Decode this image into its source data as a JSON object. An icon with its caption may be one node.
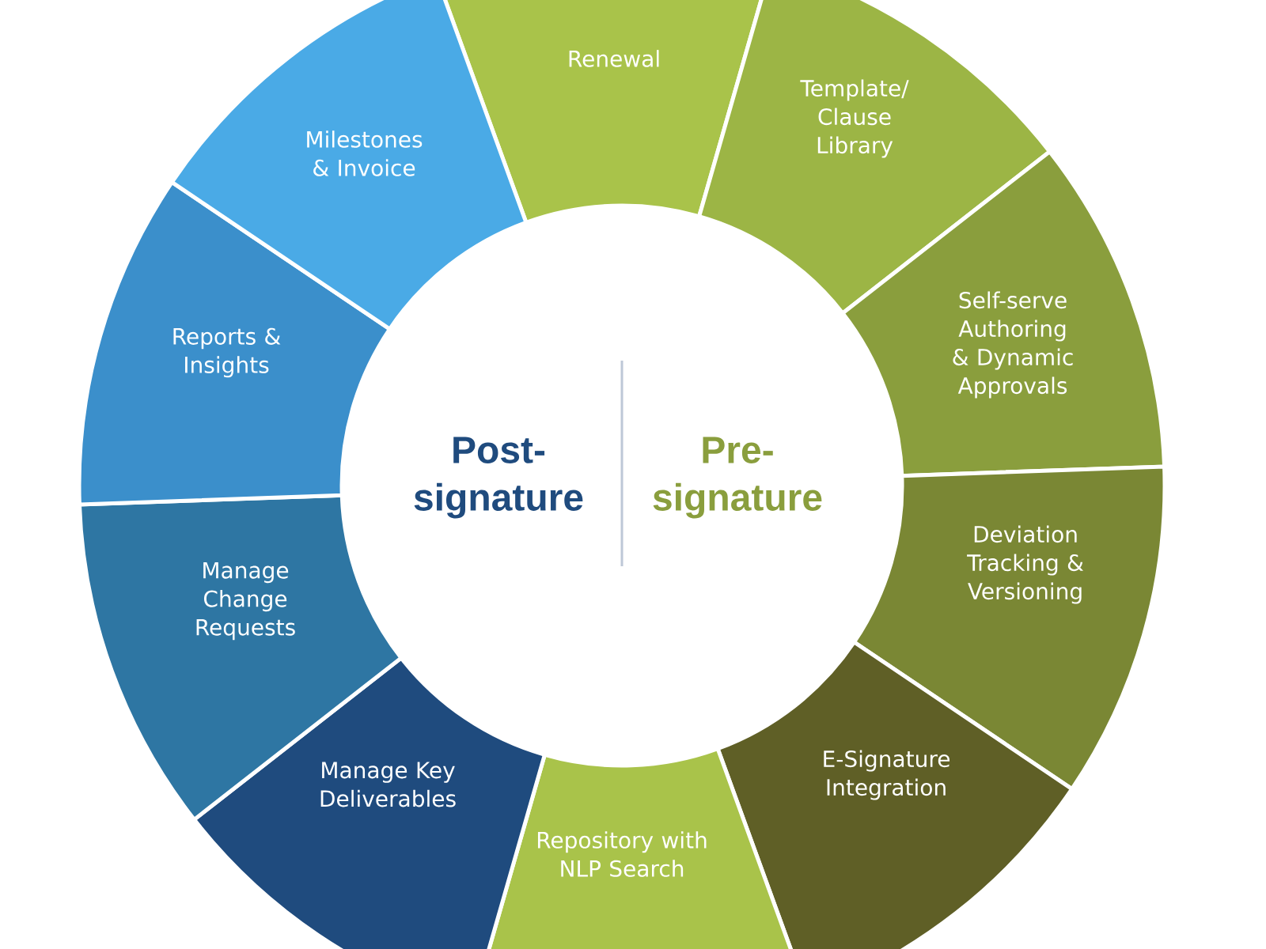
{
  "diagram": {
    "nodes": [
      {
        "text": [
          "Post-signature",
          "Pre-signature"
        ]
      },
      {
        "text": [
          "Renewal"
        ]
      },
      {
        "text": [
          "Template/ Clause Library"
        ]
      },
      {
        "text": [
          "Self-serve Authoring & Dynamic Approvals"
        ]
      },
      {
        "text": [
          "Deviation Tracking & Versioning"
        ]
      },
      {
        "text": [
          "E-Signature Integration"
        ]
      },
      {
        "text": [
          "Repository with NLP Search"
        ]
      },
      {
        "text": [
          "Manage Key Deliverables"
        ]
      },
      {
        "text": [
          "Manage Change Requests"
        ]
      },
      {
        "text": [
          "Reports & Insights"
        ]
      },
      {
        "text": [
          "Milestones & Invoice"
        ]
      }
    ]
  }
}
